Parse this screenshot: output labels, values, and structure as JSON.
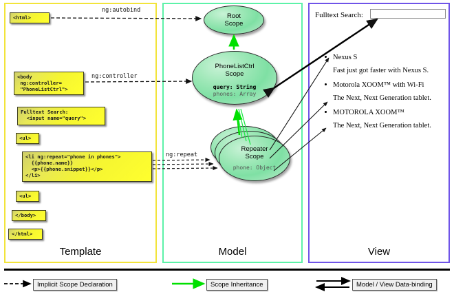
{
  "columns": [
    {
      "key": "template",
      "label": "Template",
      "border_color": "#f2e43a"
    },
    {
      "key": "model",
      "label": "Model",
      "border_color": "#5cf2a8"
    },
    {
      "key": "view",
      "label": "View",
      "border_color": "#6f54e8"
    }
  ],
  "template": {
    "boxes": [
      {
        "id": "html-open",
        "text": "<html>"
      },
      {
        "id": "body-open",
        "text": "<body\n ng:controller=\n \"PhoneListCtrl\">"
      },
      {
        "id": "search",
        "text": "Fulltext Search:\n  <input name=\"query\">"
      },
      {
        "id": "ul-open",
        "text": "<ul>"
      },
      {
        "id": "li-repeat",
        "text": "<li ng:repeat=\"phone in phones\">\n  {{phone.name}}\n  <p>{{phone.snippet}}</p>\n</li>"
      },
      {
        "id": "ul-close",
        "text": "<ul>"
      },
      {
        "id": "body-close",
        "text": "</body>"
      },
      {
        "id": "html-close",
        "text": "</html>"
      }
    ]
  },
  "model": {
    "root_scope": {
      "title": "Root\nScope"
    },
    "ctrl_scope": {
      "title": "PhoneListCtrl\nScope",
      "prop_bold": "query: String",
      "prop_gray": "phones: Array"
    },
    "repeater_scope": {
      "title": "Repeater\nScope",
      "prop_gray": "phone: Object"
    }
  },
  "edges": {
    "autobind": "ng:autobind",
    "controller": "ng:controller",
    "repeat": "ng:repeat"
  },
  "view": {
    "search_label": "Fulltext Search:",
    "search_value": "",
    "search_placeholder": "",
    "phones": [
      {
        "name": "Nexus S",
        "snippet": "Fast just got faster with Nexus S."
      },
      {
        "name": "Motorola XOOM™  with Wi-Fi",
        "snippet": "The Next, Next Generation tablet."
      },
      {
        "name": "MOTOROLA XOOM™",
        "snippet": "The Next, Next Generation tablet."
      }
    ]
  },
  "legend": [
    {
      "id": "implicit",
      "label": "Implicit Scope Declaration",
      "arrow": "dashed-black"
    },
    {
      "id": "inheritance",
      "label": "Scope Inheritance",
      "arrow": "solid-green",
      "color": "#00e000"
    },
    {
      "id": "databinding",
      "label": "Model / View Data-binding",
      "arrow": "double-black"
    }
  ]
}
